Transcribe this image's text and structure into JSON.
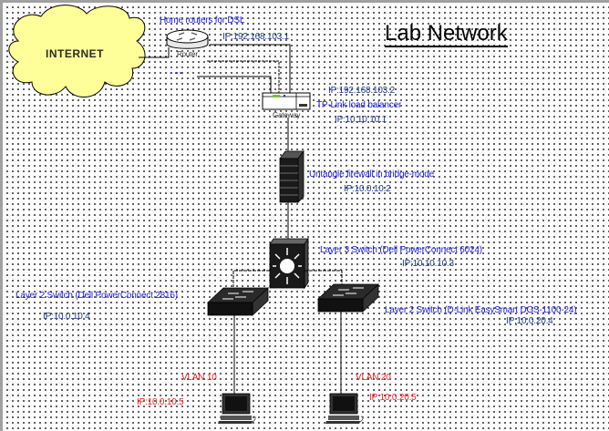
{
  "title": "Lab Network",
  "nodes": {
    "internet": {
      "label": "INTERNET",
      "fill": "#ffff99"
    },
    "home_routers": {
      "heading": "Home routers for DSL",
      "device_label": "Router",
      "ip": "IP:192.168.103.1",
      "more": "..."
    },
    "gateway": {
      "device_label": "Gateway",
      "ip_wan": "IP:192.168.103.2",
      "name": "TP-Link load balancer",
      "ip_lan": "IP:10.10.10.1"
    },
    "firewall": {
      "name": "Untangle firewall in bridge-mode",
      "ip": "IP:10.0.10.2"
    },
    "l3_switch": {
      "name": "Layer 3 Switch (Dell PowerConnect 6024)",
      "ip": "IP:10.10.10.3"
    },
    "l2_switch_dell": {
      "name": "Layer 2 Switch (Dell PowerConnect 2816)",
      "ip": "IP:10.0.10.4"
    },
    "l2_switch_dlink": {
      "name": "Layer 2 Switch (D-Link EasySmart DGS-1100-24)",
      "ip": "IP:10.0.20.4"
    },
    "pc_vlan10": {
      "vlan": "VLAN 10",
      "ip": "IP:10.0.10.5"
    },
    "pc_vlan20": {
      "vlan": "VLAN 20",
      "ip": "IP:10.0.20.5"
    }
  },
  "colors": {
    "label_blue": "#1a1ae6",
    "ip_navy": "#1c3a8c",
    "vlan_red": "#ff1a1a",
    "cloud_fill": "#ffff99"
  }
}
